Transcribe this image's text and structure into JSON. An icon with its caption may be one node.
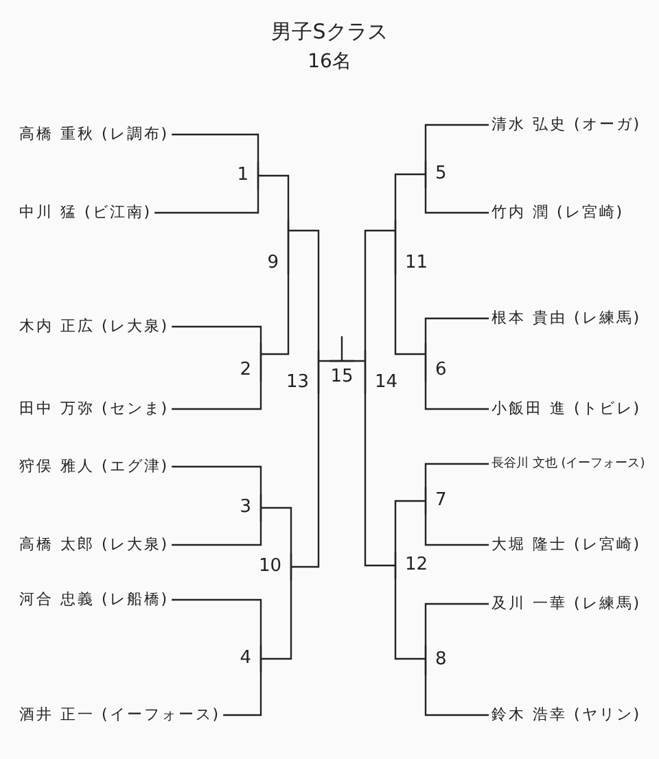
{
  "diagram": {
    "title": "男子Sクラス",
    "nodes": [
      {
        "text": [
          "高橋 重秋 (レ調布)"
        ]
      },
      {
        "text": [
          "中川 猛 (ビ江南)"
        ]
      },
      {
        "text": [
          "木内 正広 (レ大泉)"
        ]
      },
      {
        "text": [
          "田中 万弥 (センま)"
        ]
      },
      {
        "text": [
          "狩俣 雅人 (エグ津)"
        ]
      },
      {
        "text": [
          "高橋 太郎 (レ大泉)"
        ]
      },
      {
        "text": [
          "河合 忠義 (レ船橋)"
        ]
      },
      {
        "text": [
          "酒井 正一 (イーフォース)"
        ]
      },
      {
        "text": [
          "清水 弘史 (オーガ)"
        ]
      },
      {
        "text": [
          "竹内 潤 (レ宮崎)"
        ]
      },
      {
        "text": [
          "根本 貴由 (レ練馬)"
        ]
      },
      {
        "text": [
          "小飯田 進 (トビレ)"
        ]
      },
      {
        "text": [
          "長谷川 文也 (イーフォース)"
        ]
      },
      {
        "text": [
          "大堀 隆士 (レ宮崎)"
        ]
      },
      {
        "text": [
          "及川 一華 (レ練馬)"
        ]
      },
      {
        "text": [
          "鈴木 浩幸 (ヤリン)"
        ]
      },
      {
        "text": [
          "1"
        ]
      },
      {
        "text": [
          "2"
        ]
      },
      {
        "text": [
          "3"
        ]
      },
      {
        "text": [
          "4"
        ]
      },
      {
        "text": [
          "5"
        ]
      },
      {
        "text": [
          "6"
        ]
      },
      {
        "text": [
          "7"
        ]
      },
      {
        "text": [
          "8"
        ]
      },
      {
        "text": [
          "9"
        ]
      },
      {
        "text": [
          "10"
        ]
      },
      {
        "text": [
          "11"
        ]
      },
      {
        "text": [
          "12"
        ]
      },
      {
        "text": [
          "13"
        ]
      },
      {
        "text": [
          "14"
        ]
      },
      {
        "text": [
          "15"
        ]
      }
    ],
    "edges": [
      {
        "from": 0,
        "to": 16,
        "arrow": "none"
      },
      {
        "from": 1,
        "to": 16,
        "arrow": "none"
      },
      {
        "from": 2,
        "to": 17,
        "arrow": "none"
      },
      {
        "from": 3,
        "to": 17,
        "arrow": "none"
      },
      {
        "from": 4,
        "to": 18,
        "arrow": "none"
      },
      {
        "from": 5,
        "to": 18,
        "arrow": "none"
      },
      {
        "from": 6,
        "to": 19,
        "arrow": "none"
      },
      {
        "from": 7,
        "to": 19,
        "arrow": "none"
      },
      {
        "from": 8,
        "to": 20,
        "arrow": "none"
      },
      {
        "from": 9,
        "to": 20,
        "arrow": "none"
      },
      {
        "from": 10,
        "to": 21,
        "arrow": "none"
      },
      {
        "from": 11,
        "to": 21,
        "arrow": "none"
      },
      {
        "from": 12,
        "to": 22,
        "arrow": "none"
      },
      {
        "from": 13,
        "to": 22,
        "arrow": "none"
      },
      {
        "from": 14,
        "to": 23,
        "arrow": "none"
      },
      {
        "from": 15,
        "to": 23,
        "arrow": "none"
      },
      {
        "from": 16,
        "to": 24,
        "arrow": "none"
      },
      {
        "from": 17,
        "to": 24,
        "arrow": "none"
      },
      {
        "from": 18,
        "to": 25,
        "arrow": "none"
      },
      {
        "from": 19,
        "to": 25,
        "arrow": "none"
      },
      {
        "from": 20,
        "to": 26,
        "arrow": "none"
      },
      {
        "from": 21,
        "to": 26,
        "arrow": "none"
      },
      {
        "from": 22,
        "to": 27,
        "arrow": "none"
      },
      {
        "from": 23,
        "to": 27,
        "arrow": "none"
      },
      {
        "from": 24,
        "to": 28,
        "arrow": "none"
      },
      {
        "from": 25,
        "to": 28,
        "arrow": "none"
      },
      {
        "from": 26,
        "to": 29,
        "arrow": "none"
      },
      {
        "from": 27,
        "to": 29,
        "arrow": "none"
      },
      {
        "from": 28,
        "to": 30,
        "arrow": "none"
      },
      {
        "from": 29,
        "to": 30,
        "arrow": "none"
      },
      {
        "from": 30,
        "to": null,
        "arrow": "none"
      }
    ],
    "labels": [
      "16名"
    ]
  }
}
